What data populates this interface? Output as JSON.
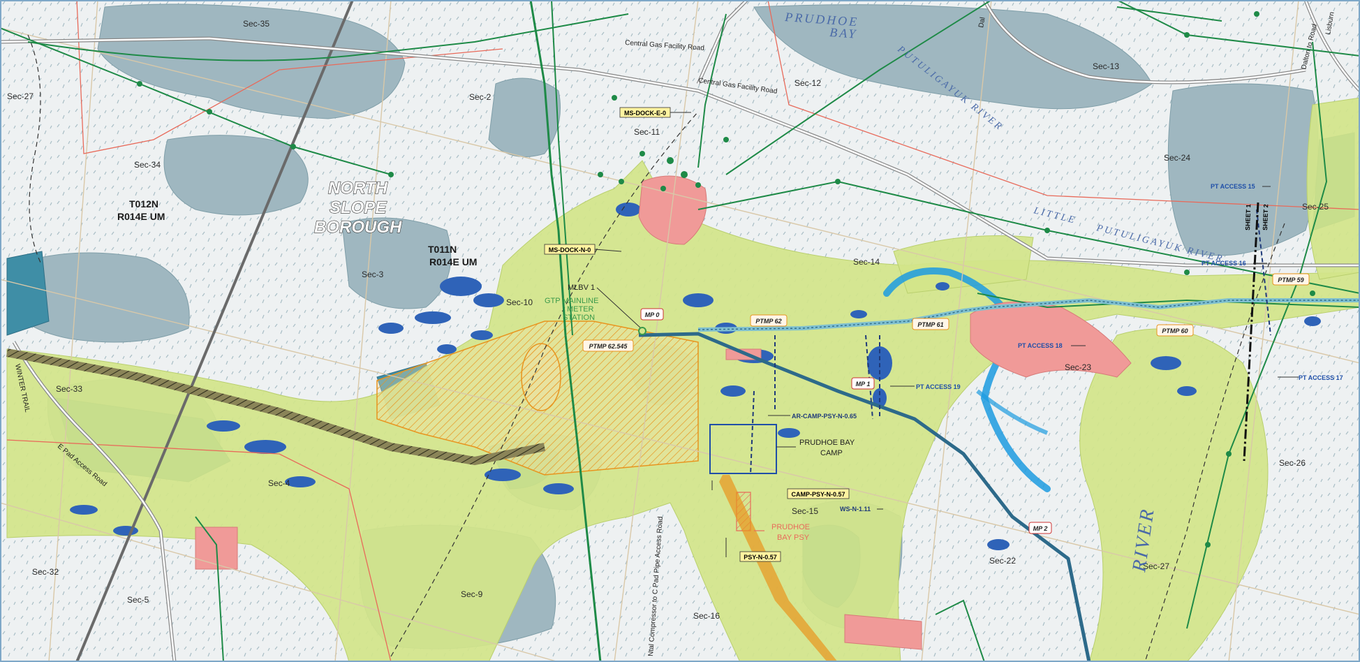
{
  "map": {
    "colors": {
      "frame": "#7fa8c8",
      "land": "#eef1f2",
      "lake": "#9fb7c0",
      "lake_deep": "#3f8ea6",
      "blue_pond": "#2f63b8",
      "corridor": "#d2e58a",
      "pink_pad": "#f09a98",
      "orange": "#e8941e",
      "pipeline": "#1e8a47",
      "mainline": "#2d6a8a"
    },
    "sections": [
      {
        "id": "sec35",
        "label": "Sec-35"
      },
      {
        "id": "sec27w",
        "label": "Sec-27"
      },
      {
        "id": "sec2",
        "label": "Sec-2"
      },
      {
        "id": "sec12",
        "label": "Sec-12"
      },
      {
        "id": "sec13",
        "label": "Sec-13"
      },
      {
        "id": "sec11",
        "label": "Sec-11"
      },
      {
        "id": "sec34",
        "label": "Sec-34"
      },
      {
        "id": "sec24",
        "label": "Sec-24"
      },
      {
        "id": "sec25",
        "label": "Sec-25"
      },
      {
        "id": "sec14",
        "label": "Sec-14"
      },
      {
        "id": "sec3",
        "label": "Sec-3"
      },
      {
        "id": "sec10",
        "label": "Sec-10"
      },
      {
        "id": "sec33",
        "label": "Sec-33"
      },
      {
        "id": "sec23",
        "label": "Sec-23"
      },
      {
        "id": "sec26",
        "label": "Sec-26"
      },
      {
        "id": "sec4",
        "label": "Sec-4"
      },
      {
        "id": "sec15",
        "label": "Sec-15"
      },
      {
        "id": "sec22",
        "label": "Sec-22"
      },
      {
        "id": "sec27e",
        "label": "Sec-27"
      },
      {
        "id": "sec32",
        "label": "Sec-32"
      },
      {
        "id": "sec5",
        "label": "Sec-5"
      },
      {
        "id": "sec9",
        "label": "Sec-9"
      },
      {
        "id": "sec16",
        "label": "Sec-16"
      }
    ],
    "water": {
      "prudhoe": "PRUDHOE",
      "bay": "BAY",
      "putuligayuk": "PUTULIGAYUK RIVER",
      "little": "LITTLE",
      "putuligayuk2": "PUTULIGAYUK RIVER",
      "river": "RIVER"
    },
    "roads": {
      "cgf1": "Central Gas Facility Road",
      "cgf2": "Central Gas Facility Road",
      "winter_trail": "WINTER TRAIL",
      "epad": "E Pad Access Road",
      "ntal": "Ntal Compressor to C Pad Pipe Access Road",
      "dalton1": "Dal",
      "dalton2": "Dalton to Road",
      "lisburne": "Lisburn"
    },
    "borough": {
      "line1": "NORTH",
      "line2": "SLOPE",
      "line3": "BOROUGH"
    },
    "townships": {
      "t012_line1": "T012N",
      "t012_line2": "R014E UM",
      "t011_line1": "T011N",
      "t011_line2": "R014E UM"
    },
    "callouts": {
      "ms_dock_e0": "MS-DOCK-E-0",
      "ms_dock_n0": "MS-DOCK-N-0",
      "mlbv1": "MLBV 1",
      "gtp_line1": "GTP MAINLINE",
      "gtp_line2": "METER",
      "gtp_line3": "STATION",
      "mp0": "MP 0",
      "ptmp62545": "PTMP 62.545",
      "ptmp62": "PTMP 62",
      "ptmp61": "PTMP 61",
      "ptmp60": "PTMP 60",
      "ptmp59": "PTMP 59",
      "mp1": "MP 1",
      "mp2": "MP 2",
      "pt_access_19": "PT ACCESS 19",
      "pt_access_18": "PT ACCESS 18",
      "pt_access_17": "PT ACCESS 17",
      "pt_access_16": "PT ACCESS 16",
      "pt_access_15": "PT ACCESS 15",
      "ar_camp": "AR-CAMP-PSY-N-0.65",
      "camp_psy": "CAMP-PSY-N-0.57",
      "ws_n": "WS-N-1.11",
      "psy_n": "PSY-N-0.57",
      "pb_camp_line1": "PRUDHOE BAY",
      "pb_camp_line2": "CAMP",
      "pb_psy_line1": "PRUDHOE",
      "pb_psy_line2": "BAY PSY",
      "sheet1": "SHEET 1",
      "sheet2": "SHEET 2"
    }
  }
}
